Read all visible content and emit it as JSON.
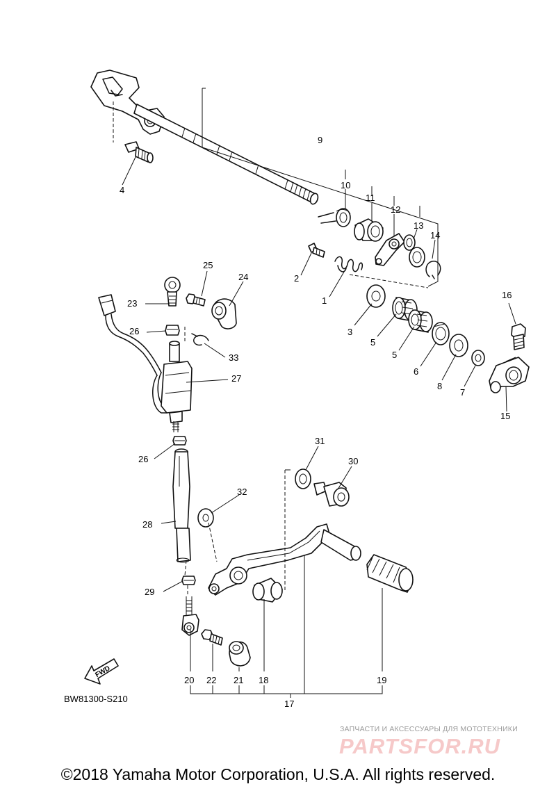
{
  "diagram": {
    "ref_code": "BW81300-S210",
    "fwd_label": "FWD",
    "callouts": {
      "c1": "1",
      "c2": "2",
      "c3": "3",
      "c4": "4",
      "c5a": "5",
      "c5b": "5",
      "c6": "6",
      "c7": "7",
      "c8": "8",
      "c9": "9",
      "c10": "10",
      "c11": "11",
      "c12": "12",
      "c13": "13",
      "c14": "14",
      "c15": "15",
      "c16": "16",
      "c17": "17",
      "c18": "18",
      "c19": "19",
      "c20": "20",
      "c21": "21",
      "c22": "22",
      "c23": "23",
      "c24": "24",
      "c25": "25",
      "c26a": "26",
      "c26b": "26",
      "c27": "27",
      "c28": "28",
      "c29": "29",
      "c30": "30",
      "c31": "31",
      "c32": "32",
      "c33": "33"
    }
  },
  "watermark": {
    "subtitle": "ЗАПЧАСТИ И АКСЕССУАРЫ ДЛЯ МОТОТЕХНИКИ",
    "logo": "PARTSFOR.RU"
  },
  "footer": {
    "copyright": "©2018 Yamaha Motor Corporation, U.S.A. All rights reserved."
  }
}
